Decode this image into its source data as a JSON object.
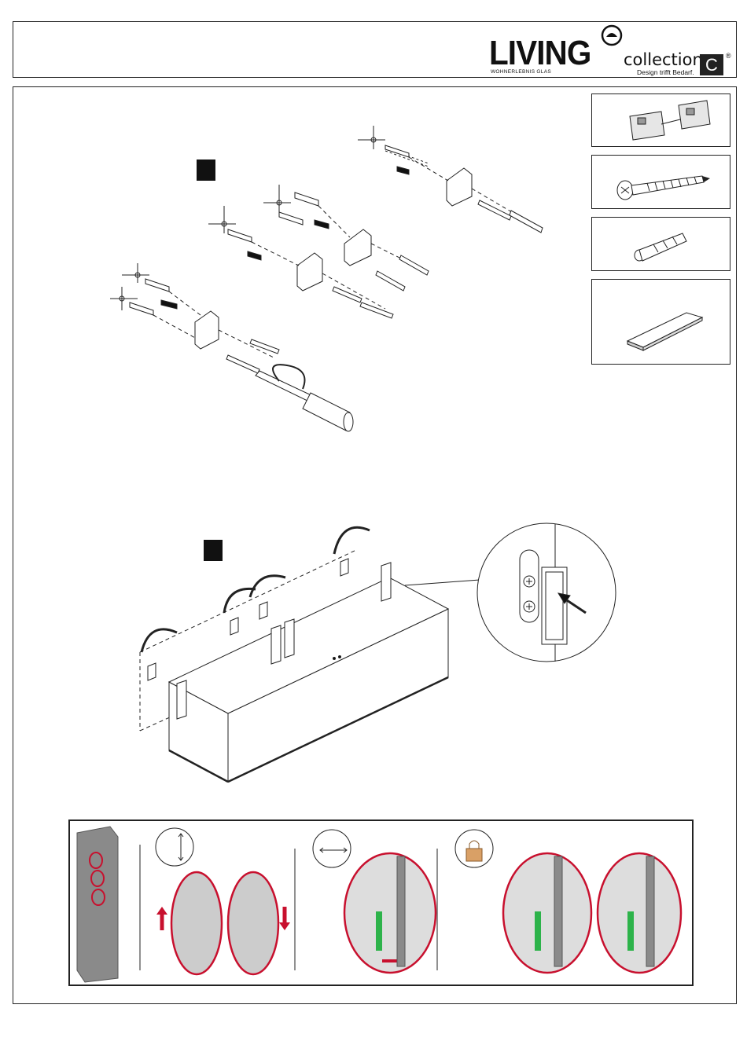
{
  "logo": {
    "brand": "LIVING",
    "brand_sub": "WOHNERLEBNIS GLAS",
    "collection": "collection",
    "tagline": "Design trifft Bedarf.",
    "c_mark": "C",
    "registered": "®"
  },
  "parts": [
    {
      "icon": "wall-bracket-pair-icon"
    },
    {
      "icon": "screw-icon"
    },
    {
      "icon": "wall-plug-icon"
    },
    {
      "icon": "adhesive-pad-icon"
    }
  ],
  "steps": [
    {
      "icon": "step-marker-1"
    },
    {
      "icon": "step-marker-2"
    },
    {
      "icon": "step-marker-3"
    }
  ],
  "adjustment_panel": {
    "icons": [
      "vertical-adjust-icon",
      "horizontal-adjust-icon",
      "lock-icon"
    ]
  },
  "colors": {
    "accent": "#c8102e",
    "green": "#2db34a",
    "grey": "#8a8a8a",
    "line": "#222222"
  }
}
